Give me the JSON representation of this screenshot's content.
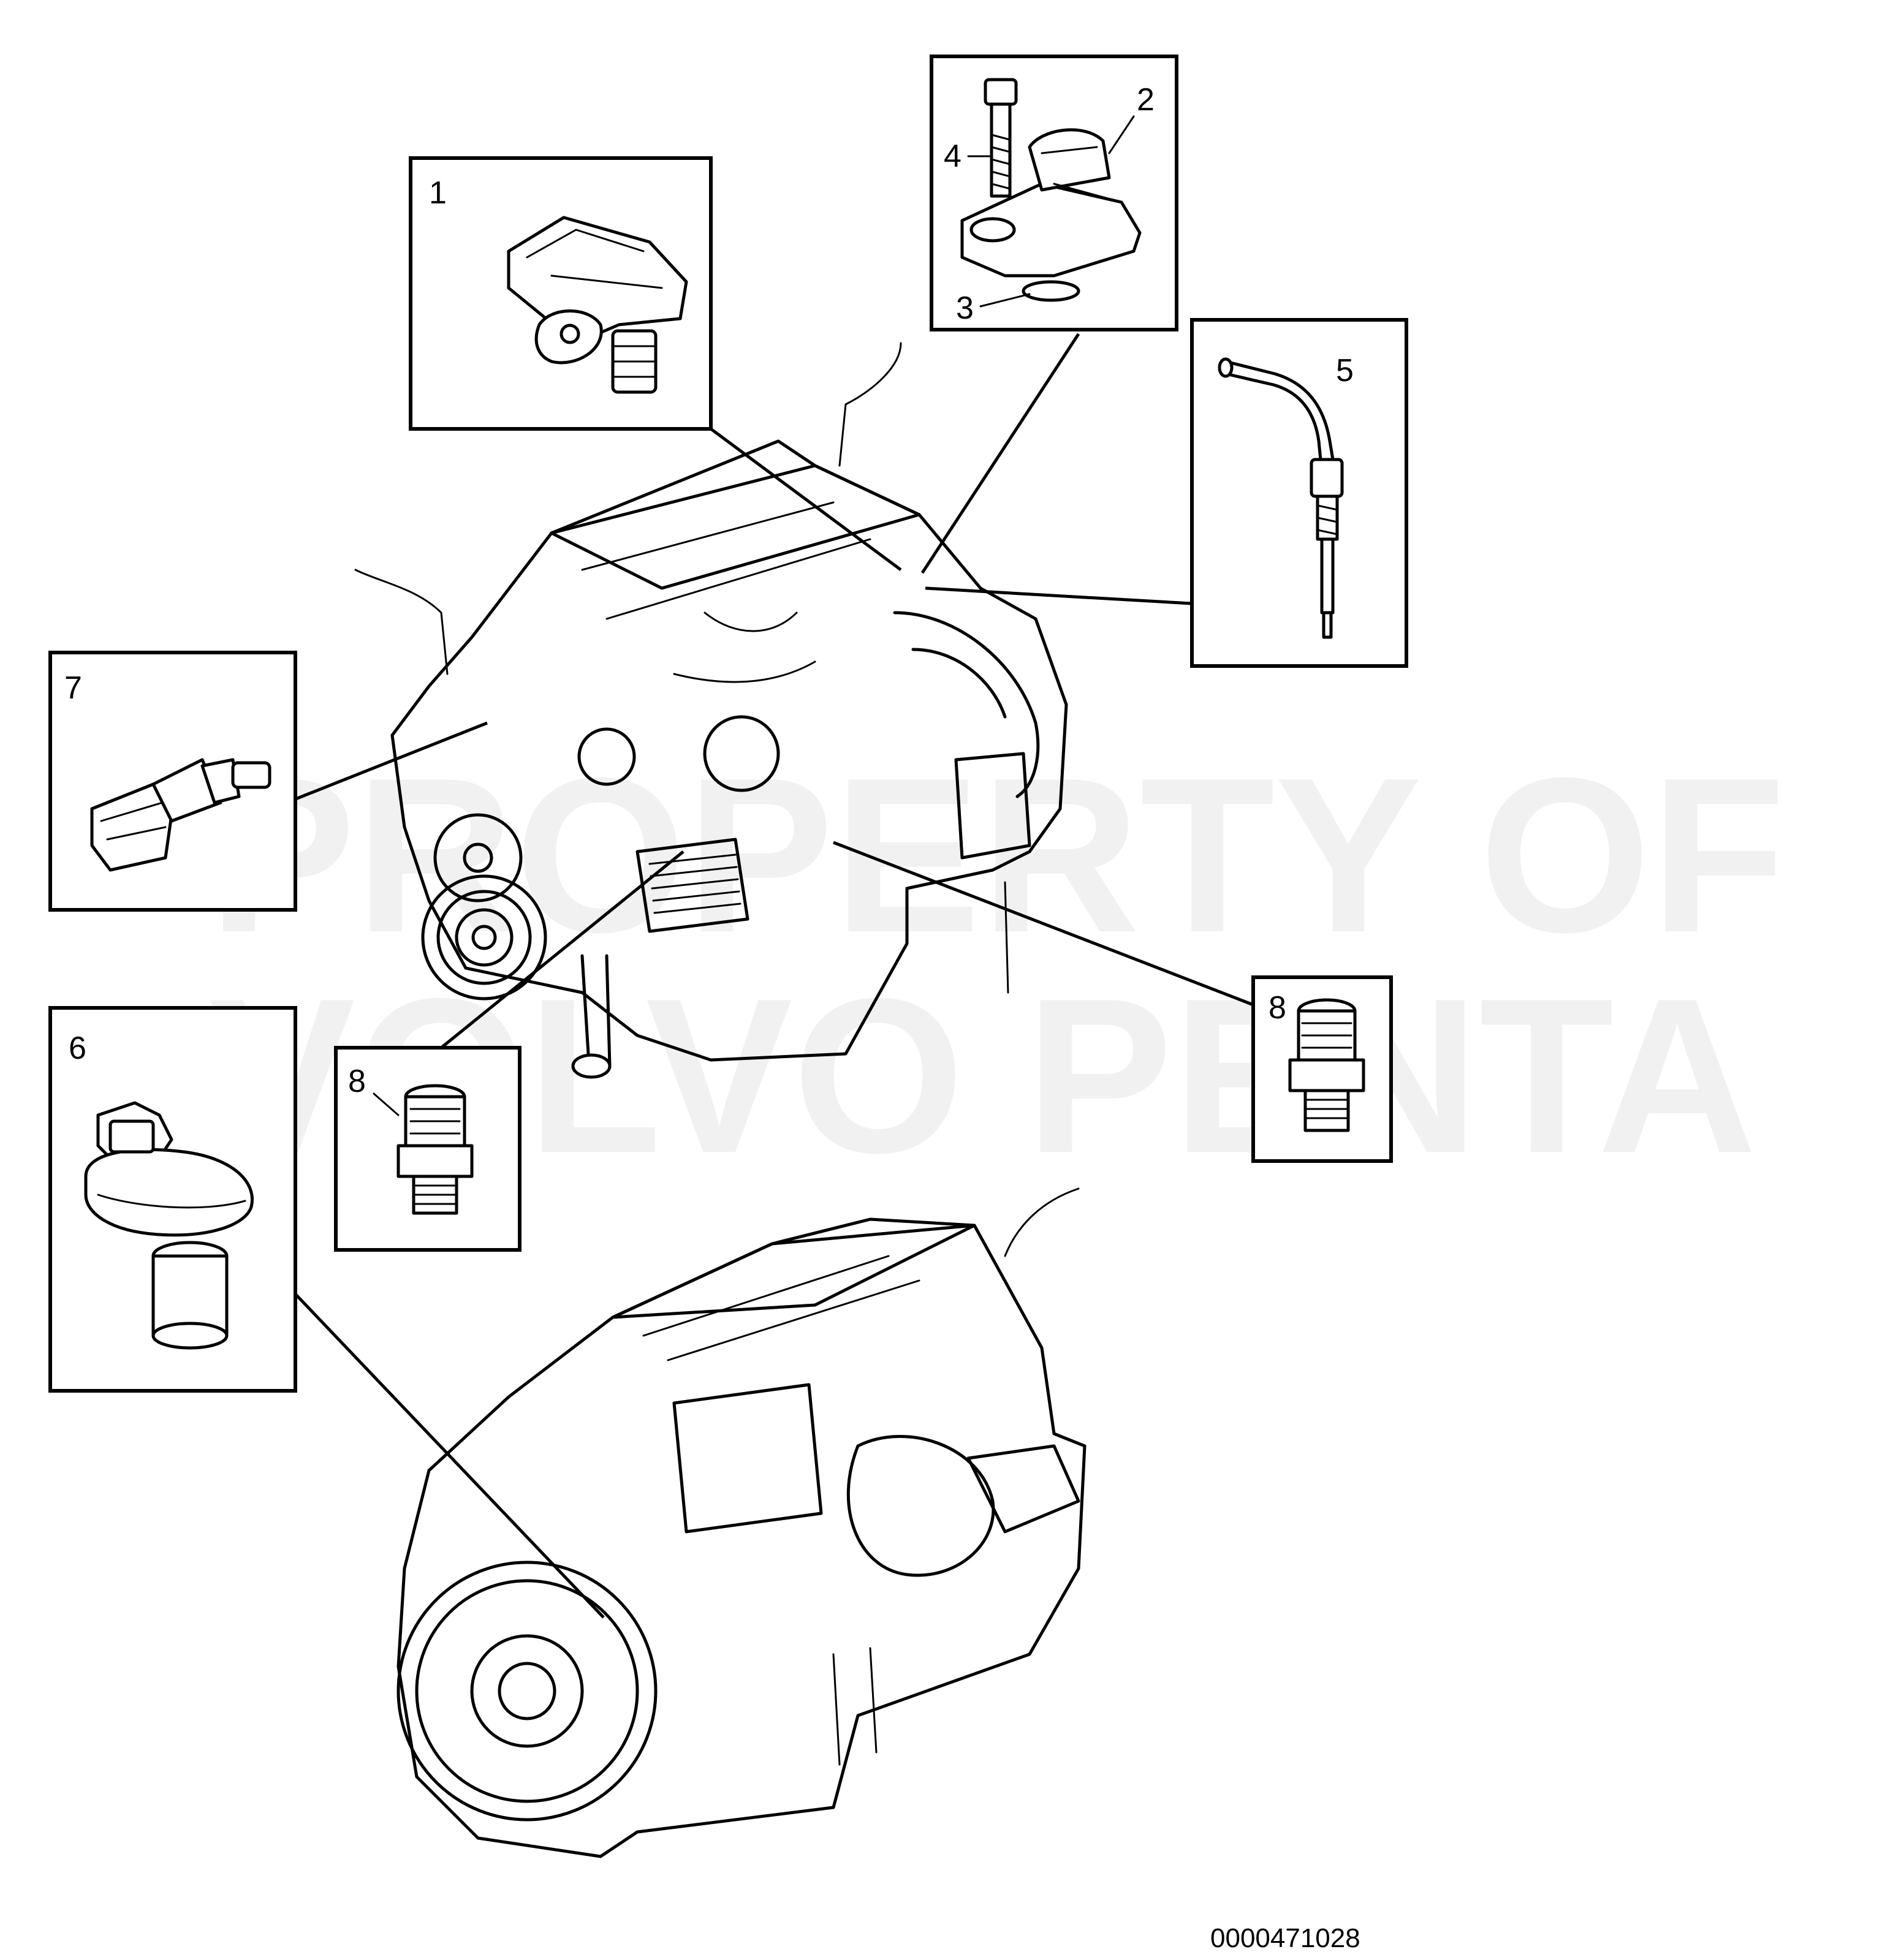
{
  "callouts": {
    "c1": "1",
    "c2": "2",
    "c3": "3",
    "c4": "4",
    "c5": "5",
    "c6": "6",
    "c7": "7",
    "c8a": "8",
    "c8b": "8"
  },
  "watermark": {
    "line1": "PROPERTY OF",
    "line2": "VOLVO PENTA"
  },
  "figure_id": "0000471028"
}
